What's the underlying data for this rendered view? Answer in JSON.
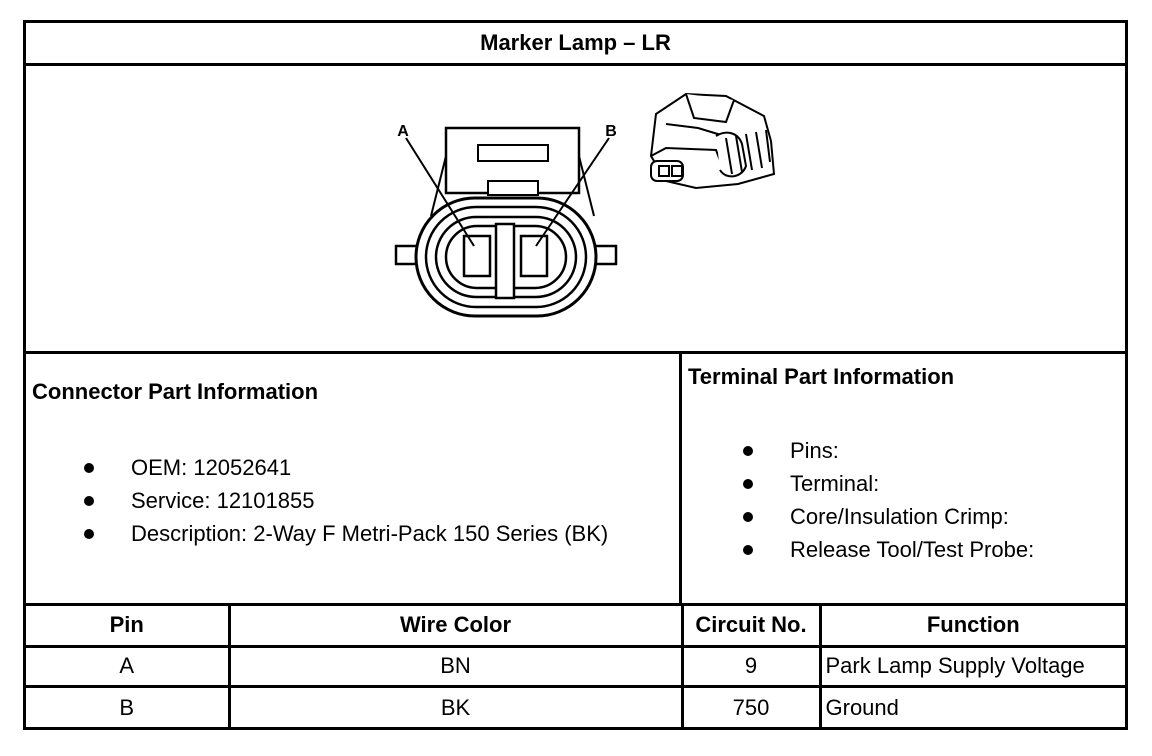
{
  "title": "Marker Lamp – LR",
  "diagram": {
    "pin_labels": [
      "A",
      "B"
    ]
  },
  "connector_info": {
    "heading": "Connector Part Information",
    "items": [
      "OEM: 12052641",
      "Service: 12101855",
      "Description: 2-Way F Metri-Pack 150 Series (BK)"
    ]
  },
  "terminal_info": {
    "heading": "Terminal Part Information",
    "items": [
      "Pins:",
      "Terminal:",
      "Core/Insulation Crimp:",
      "Release Tool/Test Probe:"
    ]
  },
  "pin_table": {
    "headers": [
      "Pin",
      "Wire Color",
      "Circuit No.",
      "Function"
    ],
    "rows": [
      [
        "A",
        "BN",
        "9",
        "Park Lamp Supply Voltage"
      ],
      [
        "B",
        "BK",
        "750",
        "Ground"
      ]
    ]
  }
}
